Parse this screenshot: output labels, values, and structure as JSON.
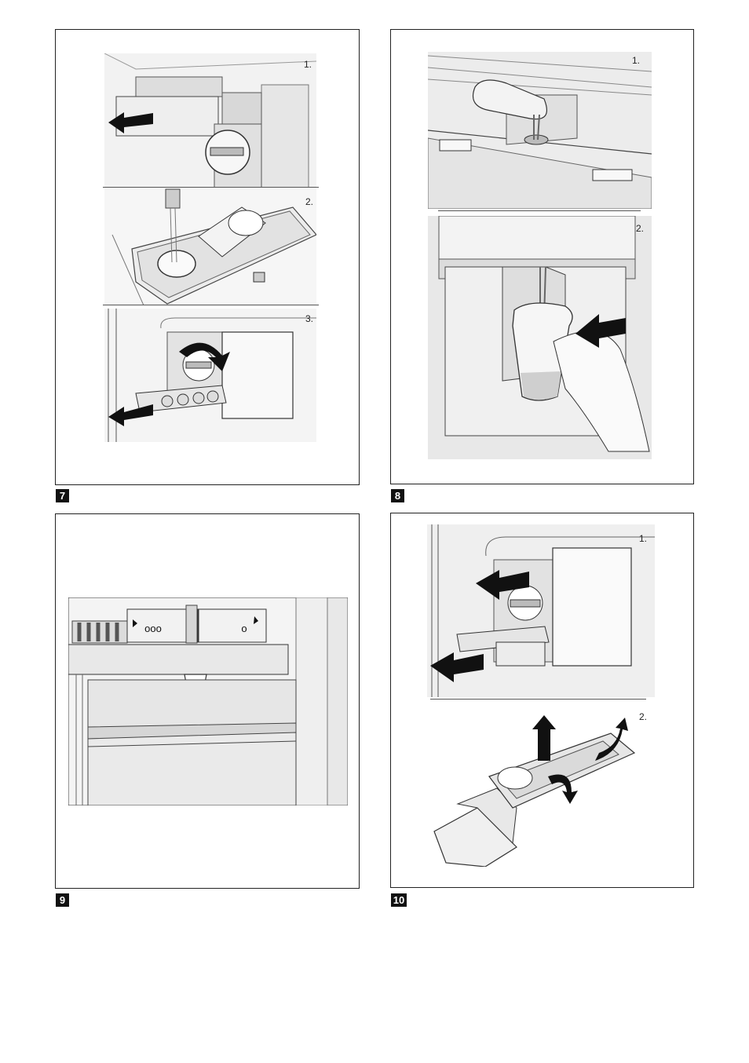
{
  "figures": [
    {
      "number": "7",
      "steps": [
        "1.",
        "2.",
        "3."
      ]
    },
    {
      "number": "8",
      "steps": [
        "1.",
        "2."
      ]
    },
    {
      "number": "9",
      "steps": [],
      "control_marks": {
        "left": "ooo",
        "right": "o"
      }
    },
    {
      "number": "10",
      "steps": [
        "1.",
        "2."
      ]
    }
  ]
}
